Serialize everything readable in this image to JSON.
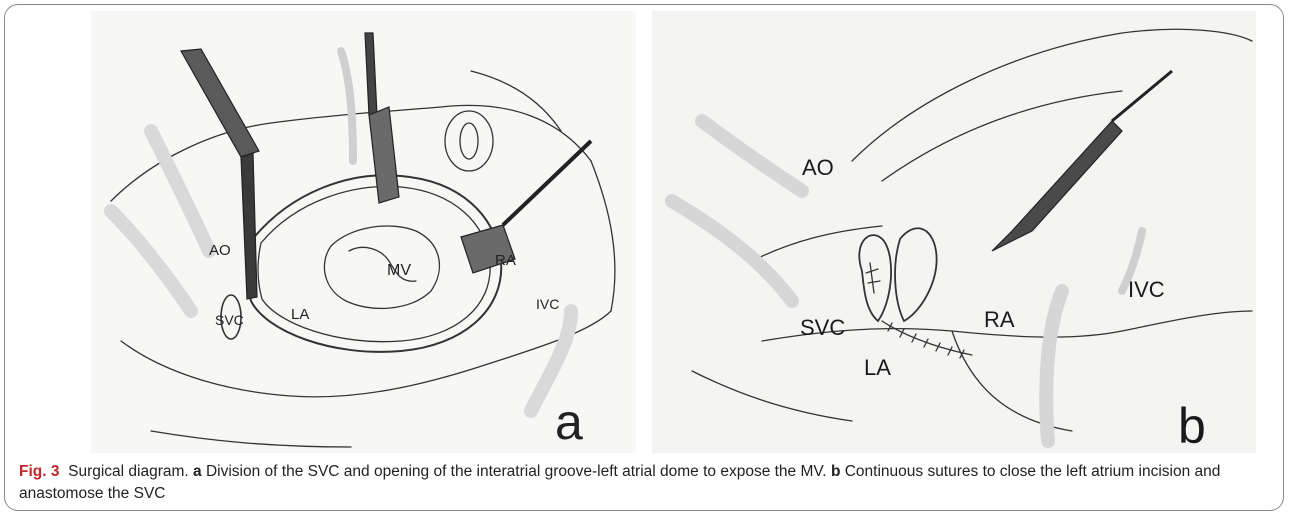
{
  "figure": {
    "panel_a": {
      "letter": "a",
      "labels": {
        "ao": "AO",
        "mv": "MV",
        "ra": "RA",
        "ivc": "IVC",
        "svc": "SVC",
        "la": "LA"
      }
    },
    "panel_b": {
      "letter": "b",
      "labels": {
        "ao": "AO",
        "svc": "SVC",
        "ra": "RA",
        "ivc": "IVC",
        "la": "LA"
      }
    },
    "caption": {
      "fig_label": "Fig. 3",
      "title": "Surgical diagram.",
      "a_marker": "a",
      "a_text": "Division of the SVC and opening of the interatrial groove-left atrial dome to expose the MV.",
      "b_marker": "b",
      "b_text": "Continuous sutures to close the left atrium incision and anastomose the SVC"
    }
  }
}
